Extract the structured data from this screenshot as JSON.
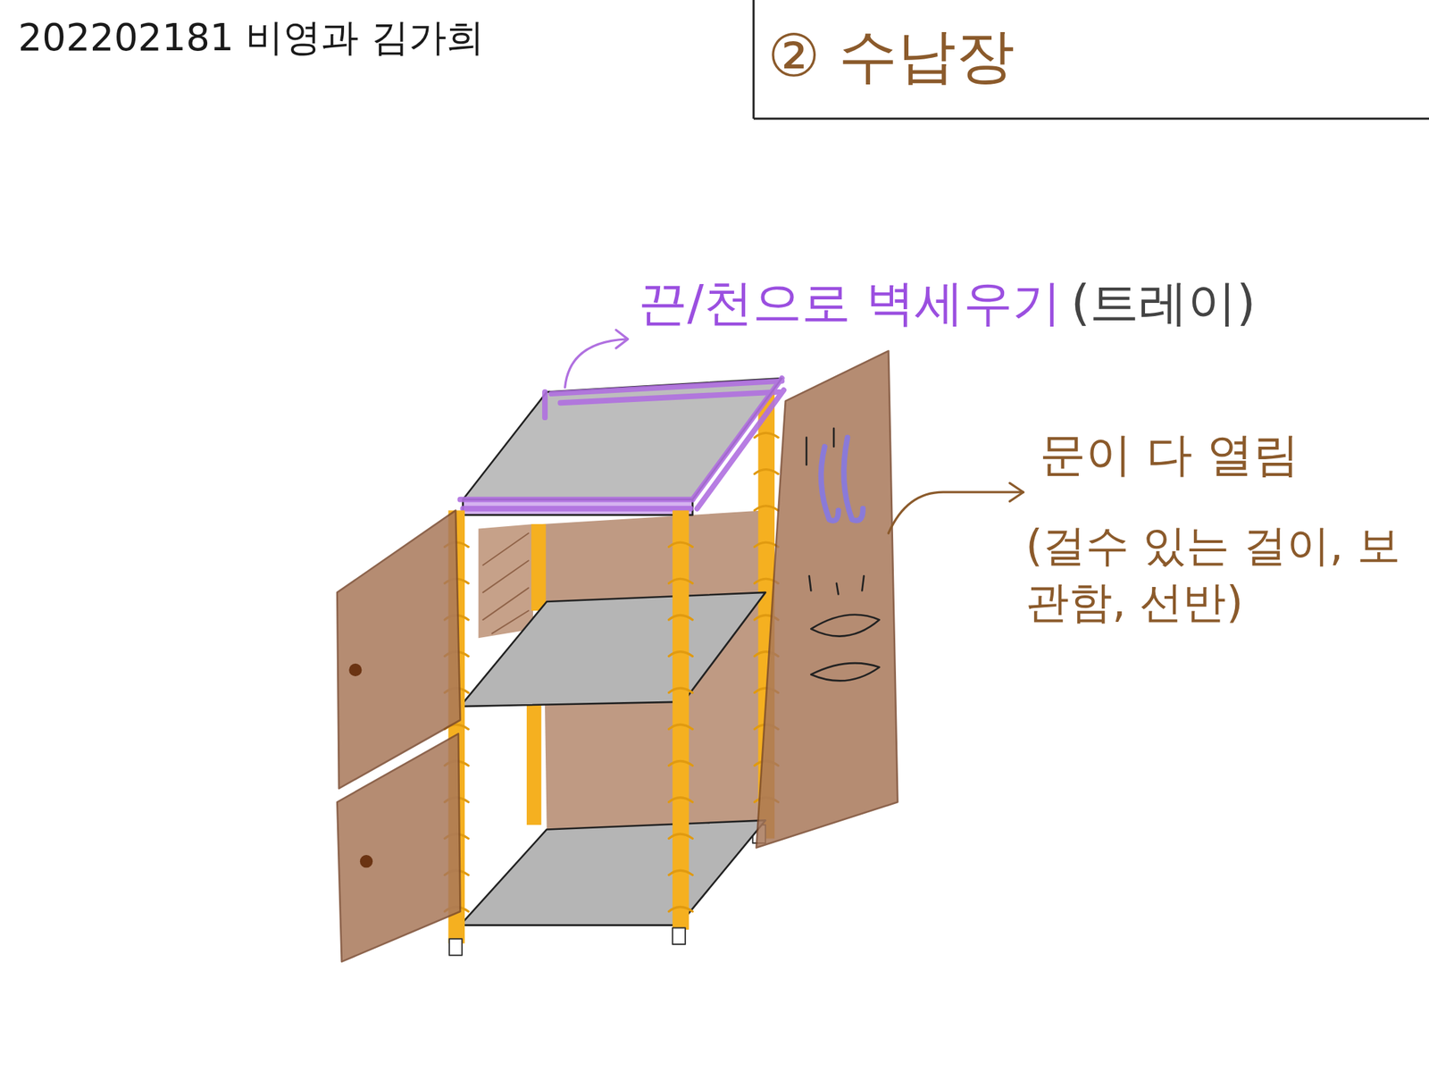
{
  "diagram": {
    "title": "② 수납장",
    "labels": [
      "202202181 비영과 김가희",
      "끈/천으로 벽세우기",
      "(트레이)",
      "문이 다 열림",
      "(걸수 있는 걸이, 보관함, 선반)"
    ]
  }
}
